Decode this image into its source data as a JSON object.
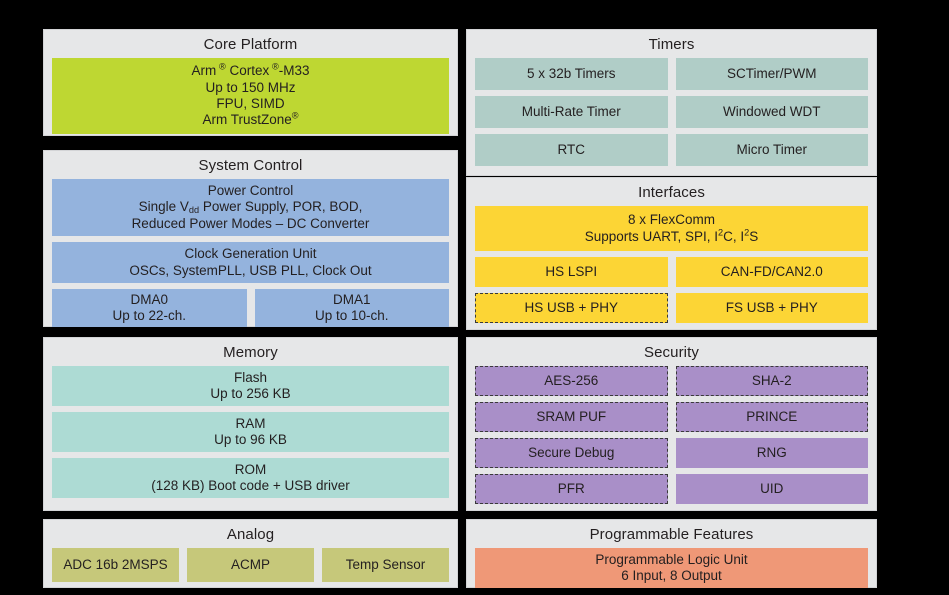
{
  "panels": {
    "core": {
      "title": "Core Platform",
      "blocks": [
        {
          "lines": [
            "Arm ® Cortex ®-M33",
            "Up to 150 MHz",
            "FPU, SIMD",
            "Arm TrustZone®"
          ],
          "color": "#bed732"
        }
      ]
    },
    "system": {
      "title": "System Control",
      "power": {
        "l1": "Power Control",
        "l2": "Single Vdd Power Supply, POR, BOD,",
        "l3": "Reduced Power Modes – DC Converter"
      },
      "clock": {
        "l1": "Clock Generation Unit",
        "l2": "OSCs, SystemPLL, USB PLL, Clock Out"
      },
      "dma0": {
        "l1": "DMA0",
        "l2": "Up to 22-ch."
      },
      "dma1": {
        "l1": "DMA1",
        "l2": "Up to 10-ch."
      }
    },
    "memory": {
      "title": "Memory",
      "items": [
        {
          "l1": "Flash",
          "l2": "Up to 256 KB"
        },
        {
          "l1": "RAM",
          "l2": "Up to 96 KB"
        },
        {
          "l1": "ROM",
          "l2": "(128 KB) Boot code + USB driver"
        }
      ]
    },
    "analog": {
      "title": "Analog",
      "items": [
        "ADC 16b 2MSPS",
        "ACMP",
        "Temp Sensor"
      ]
    },
    "timers": {
      "title": "Timers",
      "rows": [
        [
          "5 x 32b Timers",
          "SCTimer/PWM"
        ],
        [
          "Multi-Rate  Timer",
          "Windowed WDT"
        ],
        [
          "RTC",
          "Micro  Timer"
        ]
      ]
    },
    "interfaces": {
      "title": "Interfaces",
      "flexcomm": {
        "l1": "8 x FlexComm",
        "l2": "Supports UART, SPI, I2C, I2S"
      },
      "rows": [
        [
          {
            "label": "HS LSPI",
            "dashed": false
          },
          {
            "label": "CAN-FD/CAN2.0",
            "dashed": false
          }
        ],
        [
          {
            "label": "HS USB + PHY",
            "dashed": true
          },
          {
            "label": "FS USB + PHY",
            "dashed": false
          }
        ]
      ]
    },
    "security": {
      "title": "Security",
      "rows": [
        [
          {
            "label": "AES-256",
            "dashed": true
          },
          {
            "label": "SHA-2",
            "dashed": true
          }
        ],
        [
          {
            "label": "SRAM PUF",
            "dashed": true
          },
          {
            "label": "PRINCE",
            "dashed": true
          }
        ],
        [
          {
            "label": "Secure Debug",
            "dashed": true
          },
          {
            "label": "RNG",
            "dashed": false
          }
        ],
        [
          {
            "label": "PFR",
            "dashed": true
          },
          {
            "label": "UID",
            "dashed": false
          }
        ]
      ]
    },
    "programmable": {
      "title": "Programmable Features",
      "plu": {
        "l1": "Programmable Logic Unit",
        "l2": "6 Input, 8 Output"
      }
    }
  },
  "colors": {
    "background": "#000000",
    "panel": "#e6e7e8",
    "core": "#bed732",
    "system": "#94b3dd",
    "memory": "#addbd4",
    "analog": "#c6c87a",
    "timers": "#b0cdc7",
    "interfaces": "#fcd535",
    "security": "#a98fc8",
    "programmable": "#ef9877",
    "text": "#231f20"
  }
}
